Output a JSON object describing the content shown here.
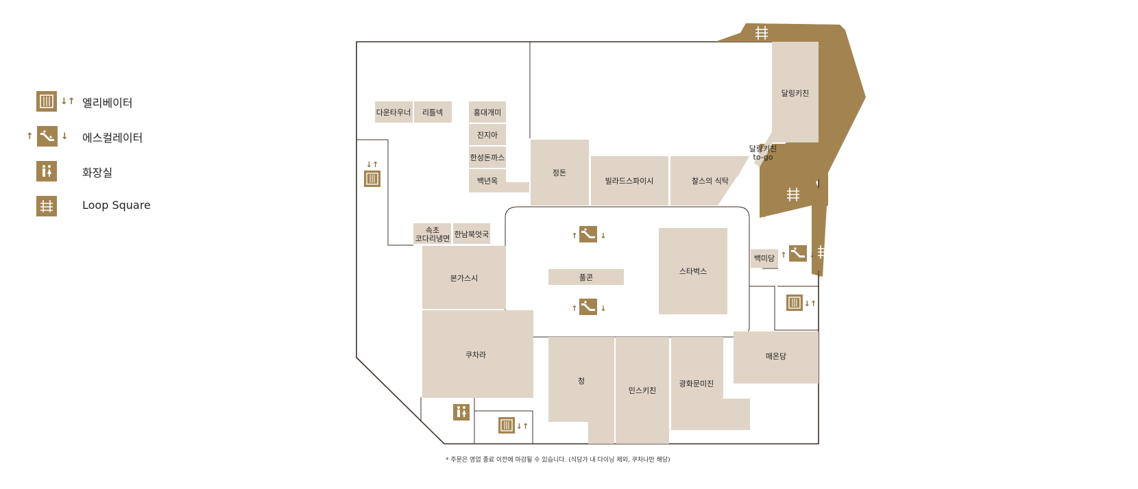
{
  "legend": [
    {
      "icon": "elevator-icon",
      "label": "엘리베이터",
      "arrows": "↓↑"
    },
    {
      "icon": "escalator-icon",
      "label": "에스컬레이터",
      "arrows_left": "↑",
      "arrows_right": "↓"
    },
    {
      "icon": "restroom-icon",
      "label": "화장실"
    },
    {
      "icon": "loop-square-icon",
      "label": "Loop Square"
    }
  ],
  "stores": {
    "downtowner": "다운타우너",
    "littleneck": "리틀넥",
    "hongdae": "홍대개미",
    "jinjia": "진지아",
    "hanseong": "한성돈까스",
    "baeknyeonok": "백년옥",
    "jeongdon": "정돈",
    "villa": "빌라드스파이시",
    "chals": "찰스의 식탁",
    "dalling": "달링키친",
    "dalling_togo_1": "달링키친",
    "dalling_togo_2": "to-go",
    "sokcho_1": "속초",
    "sokcho_2": "코다리냉면",
    "hannam": "한남북엇국",
    "bongasushi": "본가스시",
    "pulkon": "풀콘",
    "starbucks": "스타벅스",
    "baekmidang": "백미당",
    "kuchara": "쿠차라",
    "cheong": "청",
    "minskitchen": "민스키친",
    "gwanghwamun": "광화문미진",
    "maeondang": "매온당"
  },
  "footnote": "* 주문은 영업 종료 이전에 마감될 수 있습니다. (식당가 내 다이닝 제외, 쿠차나만 해당)",
  "colors": {
    "room": "#dfd4c6",
    "icon": "#a38451",
    "outline": "#3c3028",
    "corridor": "#a38451"
  }
}
